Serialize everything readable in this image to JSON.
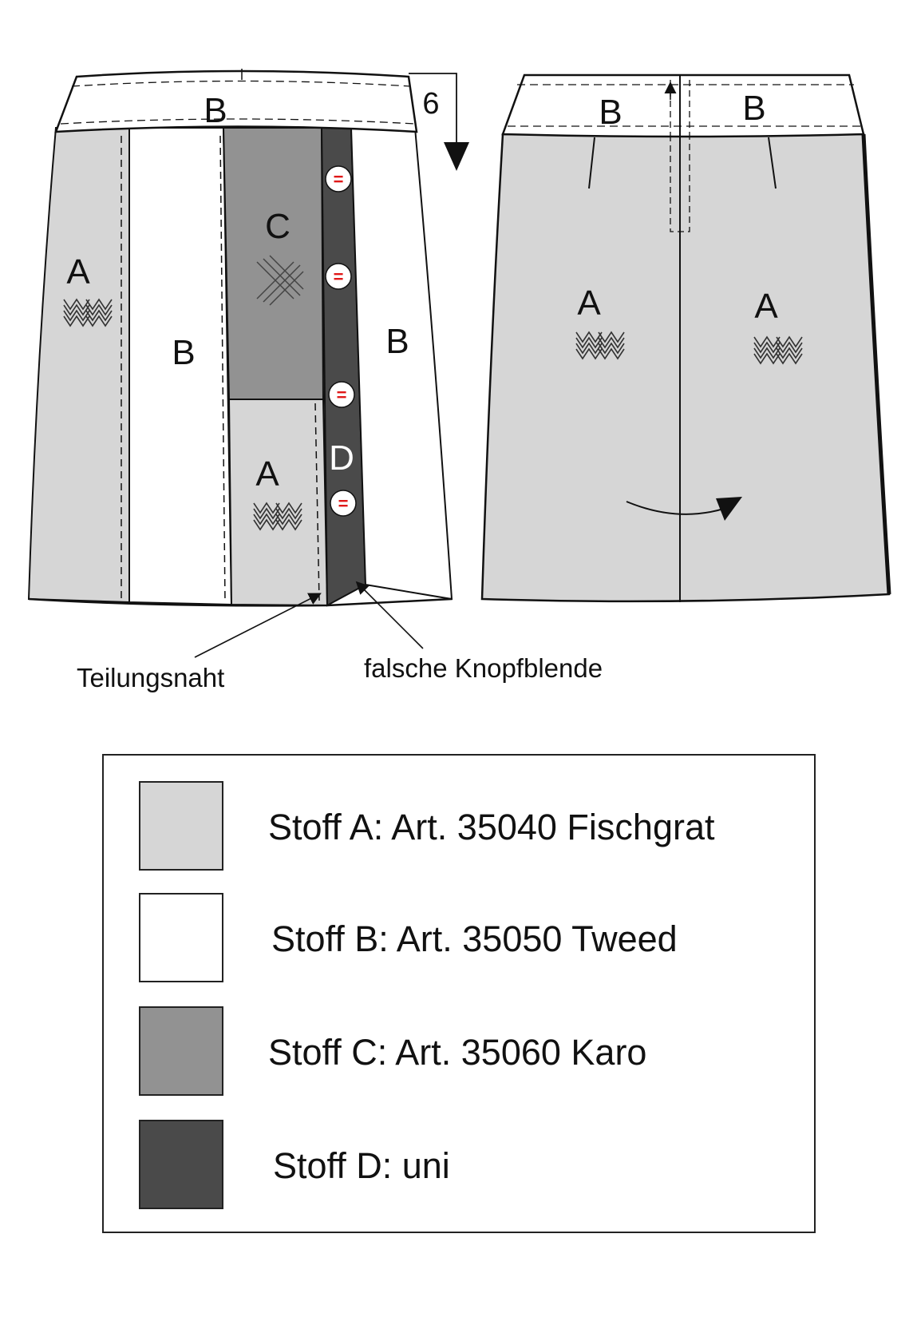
{
  "colors": {
    "stoff_a": "#d6d6d6",
    "stoff_b": "#ffffff",
    "stoff_c": "#929292",
    "stoff_d": "#4a4a4a",
    "button_mark": "#e01818",
    "outline": "#111111"
  },
  "front": {
    "waistband_label": "B",
    "waistband_measure": "6",
    "panel_a_left": "A",
    "panel_b_left": "B",
    "panel_c": "C",
    "panel_a_lower": "A",
    "panel_d": "D",
    "panel_b_right": "B",
    "button_glyph": "="
  },
  "back": {
    "waistband_left": "B",
    "waistband_right": "B",
    "panel_a_left": "A",
    "panel_a_right": "A"
  },
  "callouts": {
    "teilungsnaht": "Teilungsnaht",
    "knopfblende": "falsche Knopfblende"
  },
  "legend": {
    "items": [
      {
        "label": "Stoff A:  Art. 35040 Fischgrat"
      },
      {
        "label": "Stoff B:  Art. 35050 Tweed"
      },
      {
        "label": "Stoff C:  Art. 35060 Karo"
      },
      {
        "label": "Stoff D:  uni"
      }
    ]
  },
  "icons": {
    "herringbone": "herringbone-icon",
    "check": "check-pattern-icon",
    "button": "button-icon",
    "arrow": "arrow-icon"
  }
}
